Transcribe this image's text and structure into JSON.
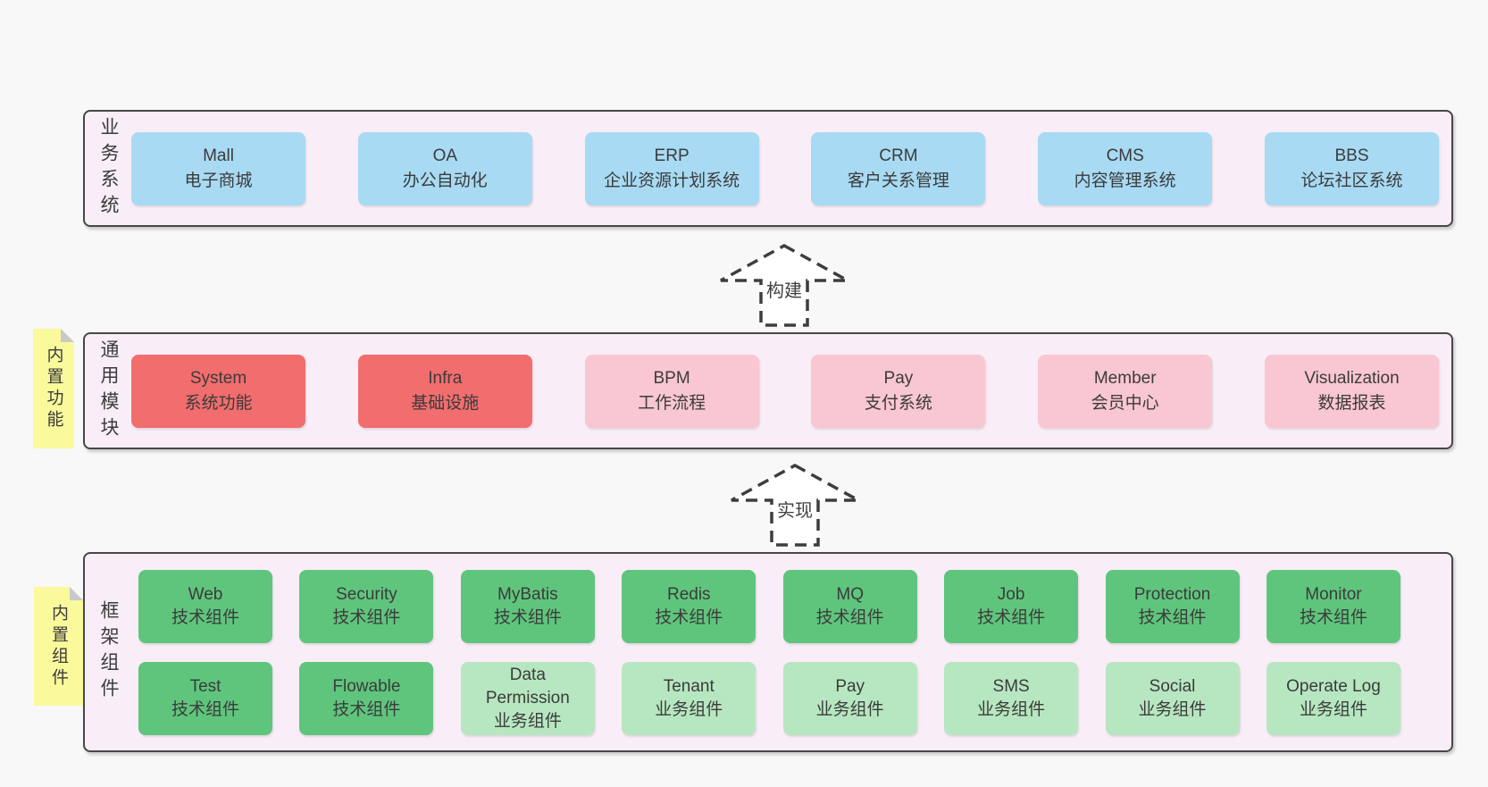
{
  "colors": {
    "page_background": "#f8f8f8",
    "band_background": "#f9eef7",
    "band_border": "#474747",
    "box_blue": "#a8daf3",
    "box_red": "#f26d6e",
    "box_pink": "#f9c7d1",
    "box_green": "#5fc57d",
    "box_lightgreen": "#b7e7c1",
    "sticky_yellow": "#fafa9d",
    "text": "#3b3b3b"
  },
  "bands": {
    "business": {
      "label": "业务系统",
      "boxes": [
        {
          "title": "Mall",
          "subtitle": "电子商城"
        },
        {
          "title": "OA",
          "subtitle": "办公自动化"
        },
        {
          "title": "ERP",
          "subtitle": "企业资源计划系统"
        },
        {
          "title": "CRM",
          "subtitle": "客户关系管理"
        },
        {
          "title": "CMS",
          "subtitle": "内容管理系统"
        },
        {
          "title": "BBS",
          "subtitle": "论坛社区系统"
        }
      ]
    },
    "modules": {
      "label": "通用模块",
      "sticky": "内置功能",
      "boxes": [
        {
          "title": "System",
          "subtitle": "系统功能",
          "variant": "red"
        },
        {
          "title": "Infra",
          "subtitle": "基础设施",
          "variant": "red"
        },
        {
          "title": "BPM",
          "subtitle": "工作流程",
          "variant": "pink"
        },
        {
          "title": "Pay",
          "subtitle": "支付系统",
          "variant": "pink"
        },
        {
          "title": "Member",
          "subtitle": "会员中心",
          "variant": "pink"
        },
        {
          "title": "Visualization",
          "subtitle": "数据报表",
          "variant": "pink"
        }
      ]
    },
    "framework": {
      "label": "框架组件",
      "sticky": "内置组件",
      "row1": [
        {
          "title": "Web",
          "subtitle": "技术组件",
          "variant": "green"
        },
        {
          "title": "Security",
          "subtitle": "技术组件",
          "variant": "green"
        },
        {
          "title": "MyBatis",
          "subtitle": "技术组件",
          "variant": "green"
        },
        {
          "title": "Redis",
          "subtitle": "技术组件",
          "variant": "green"
        },
        {
          "title": "MQ",
          "subtitle": "技术组件",
          "variant": "green"
        },
        {
          "title": "Job",
          "subtitle": "技术组件",
          "variant": "green"
        },
        {
          "title": "Protection",
          "subtitle": "技术组件",
          "variant": "green"
        },
        {
          "title": "Monitor",
          "subtitle": "技术组件",
          "variant": "green"
        }
      ],
      "row2": [
        {
          "title": "Test",
          "subtitle": "技术组件",
          "variant": "green"
        },
        {
          "title": "Flowable",
          "subtitle": "技术组件",
          "variant": "green"
        },
        {
          "title": "Data Permission",
          "subtitle": "业务组件",
          "variant": "lightgreen"
        },
        {
          "title": "Tenant",
          "subtitle": "业务组件",
          "variant": "lightgreen"
        },
        {
          "title": "Pay",
          "subtitle": "业务组件",
          "variant": "lightgreen"
        },
        {
          "title": "SMS",
          "subtitle": "业务组件",
          "variant": "lightgreen"
        },
        {
          "title": "Social",
          "subtitle": "业务组件",
          "variant": "lightgreen"
        },
        {
          "title": "Operate Log",
          "subtitle": "业务组件",
          "variant": "lightgreen"
        }
      ]
    }
  },
  "arrows": {
    "build": {
      "label": "构建"
    },
    "implement": {
      "label": "实现"
    }
  }
}
